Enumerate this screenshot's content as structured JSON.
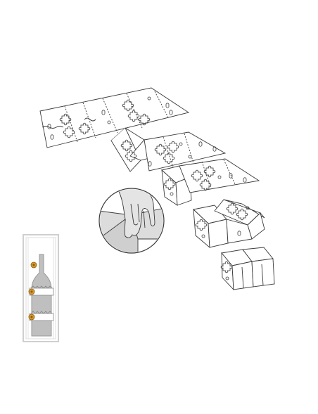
{
  "diagram": {
    "steps": [
      {
        "name": "flat-cardboard-sheet"
      },
      {
        "name": "first-fold"
      },
      {
        "name": "second-fold"
      },
      {
        "name": "third-fold"
      },
      {
        "name": "folded-insert"
      }
    ],
    "detail": {
      "name": "hand-pressing-tab"
    },
    "product": {
      "name": "wine-cabinet-with-bottle",
      "bracket_count": 3
    },
    "colors": {
      "line": "#3a3a3a",
      "sheet_fill": "#ffffff",
      "hand_fill": "#e4e4e4",
      "cabinet_frame": "#cfcfcf",
      "bracket": "#d99a2b",
      "bottle": "#bfbfbf"
    }
  }
}
